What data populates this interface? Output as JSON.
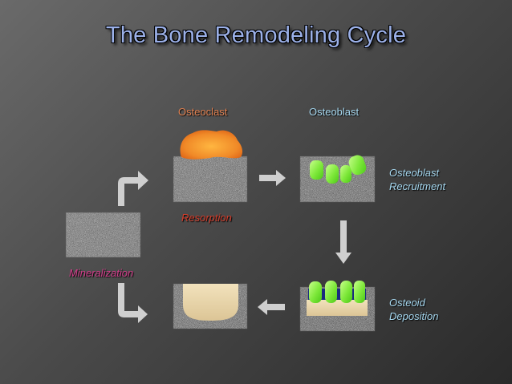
{
  "title": "The Bone Remodeling Cycle",
  "labels": {
    "osteoclast": "Osteoclast",
    "osteoblast": "Osteoblast",
    "recruitment_line1": "Osteoblast",
    "recruitment_line2": "Recruitment",
    "resorption": "Resorption",
    "mineralization": "Mineralization",
    "deposition_line1": "Osteoid",
    "deposition_line2": "Deposition"
  },
  "colors": {
    "title": "#9bb0e8",
    "osteoclast_label": "#e08050",
    "osteoblast_label": "#a6d8f0",
    "resorption_label": "#d23c2a",
    "mineralization_label": "#d23c8a",
    "osteoclast_cell": "#f59a30",
    "osteoblast_cell": "#7ee83a",
    "osteoid": "#e8d3a6",
    "arrow": "#c8c8c8"
  }
}
